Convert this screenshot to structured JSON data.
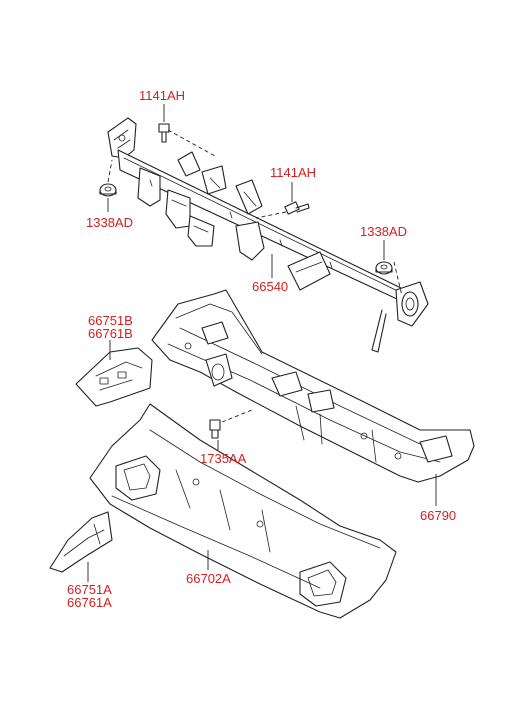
{
  "labels": {
    "bolt_top": "1141AH",
    "nut_left": "1338AD",
    "bolt_right": "1141AH",
    "nut_right": "1338AD",
    "crossmember": "66540",
    "side_bracket_upper_1": "66751B",
    "side_bracket_upper_2": "66761B",
    "grommet": "1735AA",
    "cowl_top_panel": "66790",
    "side_bracket_lower_1": "66751A",
    "side_bracket_lower_2": "66761A",
    "dash_panel": "66702A"
  },
  "colors": {
    "label": "#d42020",
    "line": "#222222",
    "background": "#ffffff"
  }
}
